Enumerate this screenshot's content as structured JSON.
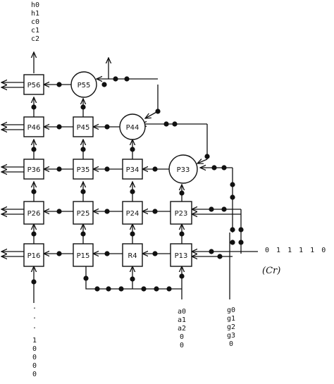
{
  "processors": {
    "p56": "P56",
    "p55": "P55",
    "p46": "P46",
    "p45": "P45",
    "p44": "P44",
    "p36": "P36",
    "p35": "P35",
    "p34": "P34",
    "p33": "P33",
    "p26": "P26",
    "p25": "P25",
    "p24": "P24",
    "p23": "P23",
    "p16": "P16",
    "p15": "P15",
    "p14": "R4",
    "p13": "P13"
  },
  "outputs": [
    "h0",
    "h1",
    "c0",
    "c1",
    "c2"
  ],
  "input_left": [
    ".",
    ".",
    ".",
    "1",
    "0",
    "0",
    "0",
    "0"
  ],
  "input_a": [
    "a0",
    "a1",
    "a2",
    "0",
    "0"
  ],
  "input_g": [
    "g0",
    "g1",
    "g2",
    "g3",
    "0"
  ],
  "cr_bits": "0 1 1 1 1 0 ..",
  "cr_label": "(Cr)"
}
